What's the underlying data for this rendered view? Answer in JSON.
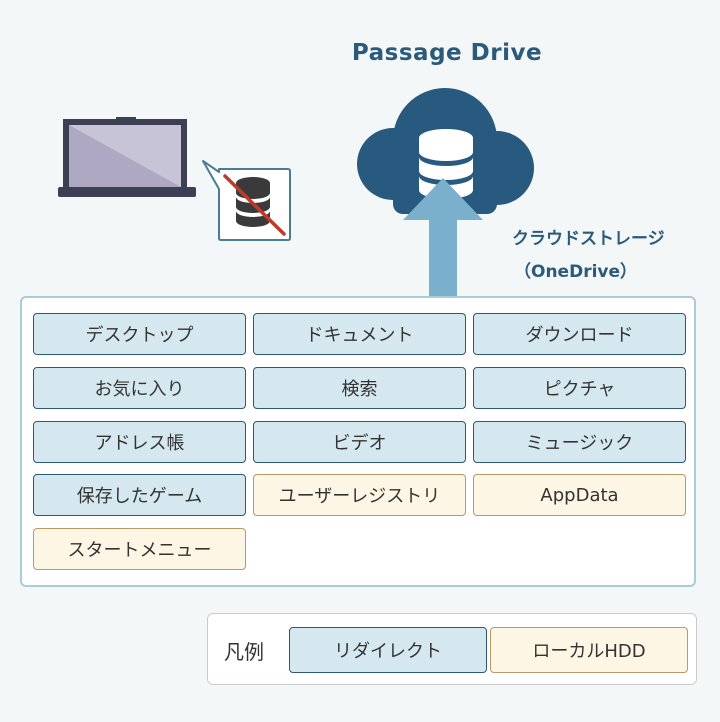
{
  "title": "Passage Drive",
  "storage": {
    "line1": "クラウドストレージ",
    "line2": "（OneDrive）"
  },
  "folders": [
    {
      "label": "デスクトップ",
      "type": "redirect"
    },
    {
      "label": "ドキュメント",
      "type": "redirect"
    },
    {
      "label": "ダウンロード",
      "type": "redirect"
    },
    {
      "label": "お気に入り",
      "type": "redirect"
    },
    {
      "label": "検索",
      "type": "redirect"
    },
    {
      "label": "ピクチャ",
      "type": "redirect"
    },
    {
      "label": "アドレス帳",
      "type": "redirect"
    },
    {
      "label": "ビデオ",
      "type": "redirect"
    },
    {
      "label": "ミュージック",
      "type": "redirect"
    },
    {
      "label": "保存したゲーム",
      "type": "redirect"
    },
    {
      "label": "ユーザーレジストリ",
      "type": "local"
    },
    {
      "label": "AppData",
      "type": "local"
    },
    {
      "label": "スタートメニュー",
      "type": "local"
    }
  ],
  "legend": {
    "title": "凡例",
    "redirect": "リダイレクト",
    "local": "ローカルHDD"
  },
  "colors": {
    "cloud": "#275a7e",
    "arrow": "#7ab0cc",
    "redirect_fill": "#d6e8ef",
    "redirect_border": "#2f5873",
    "local_fill": "#fdf6e4",
    "local_border": "#bb9963",
    "crossout": "#c0392b"
  },
  "icons": [
    "laptop-icon",
    "database-icon",
    "cloud-icon",
    "upload-arrow-icon",
    "no-database-icon"
  ]
}
